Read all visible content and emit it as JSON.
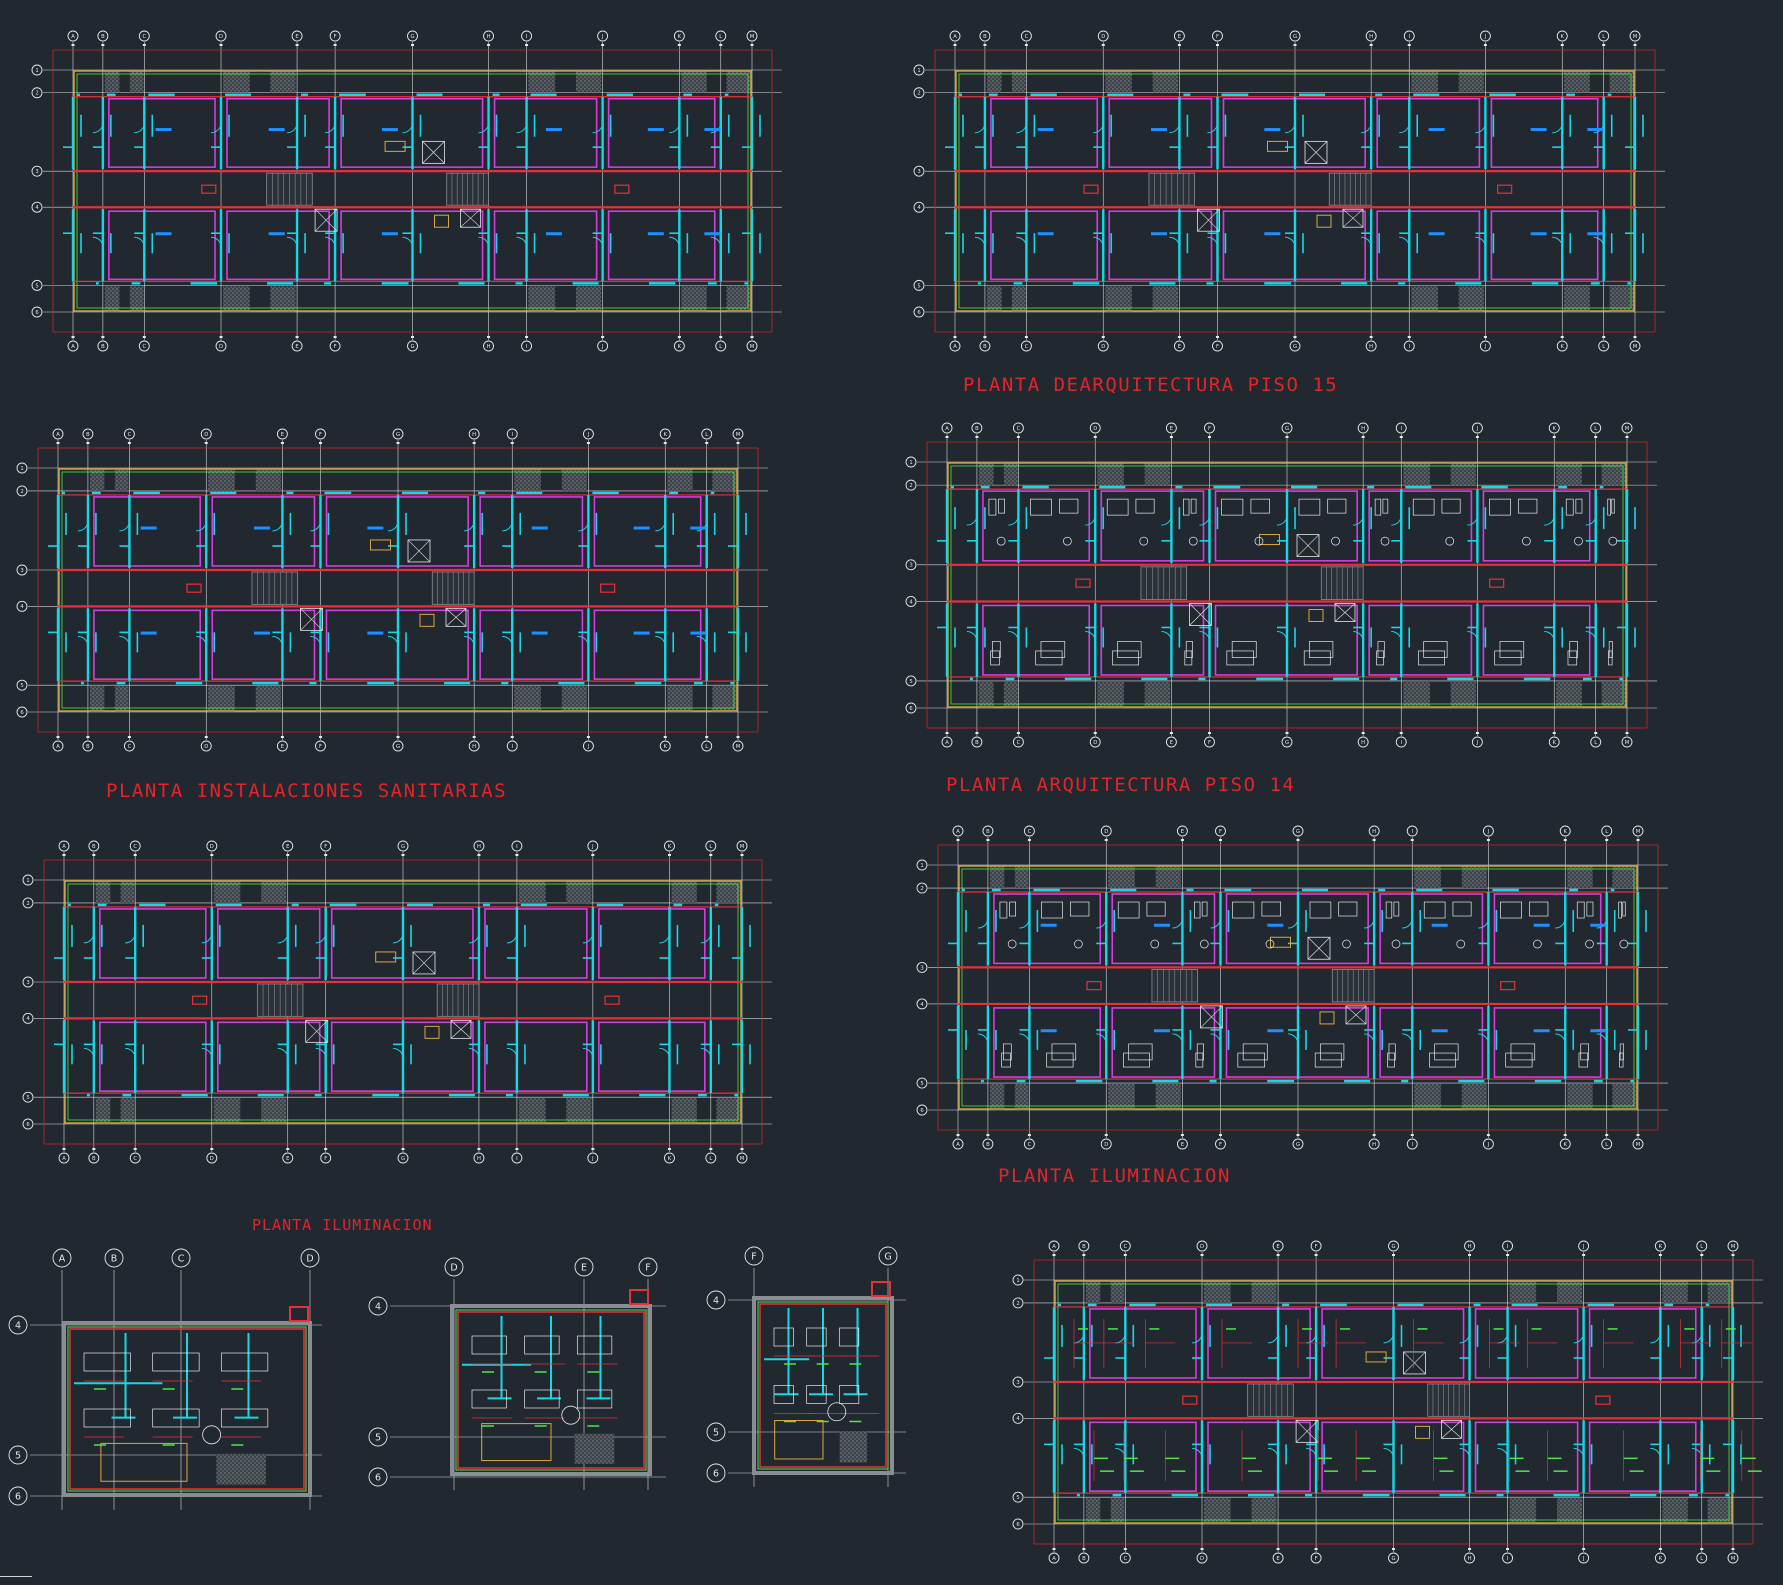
{
  "titles": {
    "t1": "PLANTA DEARQUITECTURA PISO 15",
    "t2": "PLANTA INSTALACIONES SANITARIAS",
    "t3": "PLANTA ARQUITECTURA PISO 14",
    "t4": "PLANTA ILUMINACION",
    "t5": "PLANTA ILUMINACION"
  },
  "grid_letters": [
    "A",
    "B",
    "C",
    "D",
    "E",
    "F",
    "G",
    "H",
    "I",
    "J",
    "K",
    "L",
    "M"
  ],
  "grid_numbers": [
    "1",
    "2",
    "3",
    "4",
    "5",
    "6"
  ],
  "detail_labels": {
    "d1_letters": [
      "A",
      "B",
      "C",
      "D"
    ],
    "d1_numbers": [
      "4",
      "5",
      "6"
    ],
    "d2_letters": [
      "D",
      "E",
      "F"
    ],
    "d2_numbers": [
      "4",
      "5",
      "6"
    ],
    "d3_letters": [
      "F",
      "G"
    ],
    "d3_numbers": [
      "4",
      "5",
      "6"
    ]
  },
  "colors": {
    "background": "#212830",
    "grid": "#d8dbde",
    "axis": "#c62828",
    "cyan": "#17d7e6",
    "magenta": "#d23ee0",
    "red": "#e8303a",
    "yellow": "#d9a93a",
    "green": "#4ee64a",
    "blue": "#1e8fff",
    "gray": "#8a8e92",
    "white": "#e6e8ea",
    "title": "#e0252c"
  }
}
